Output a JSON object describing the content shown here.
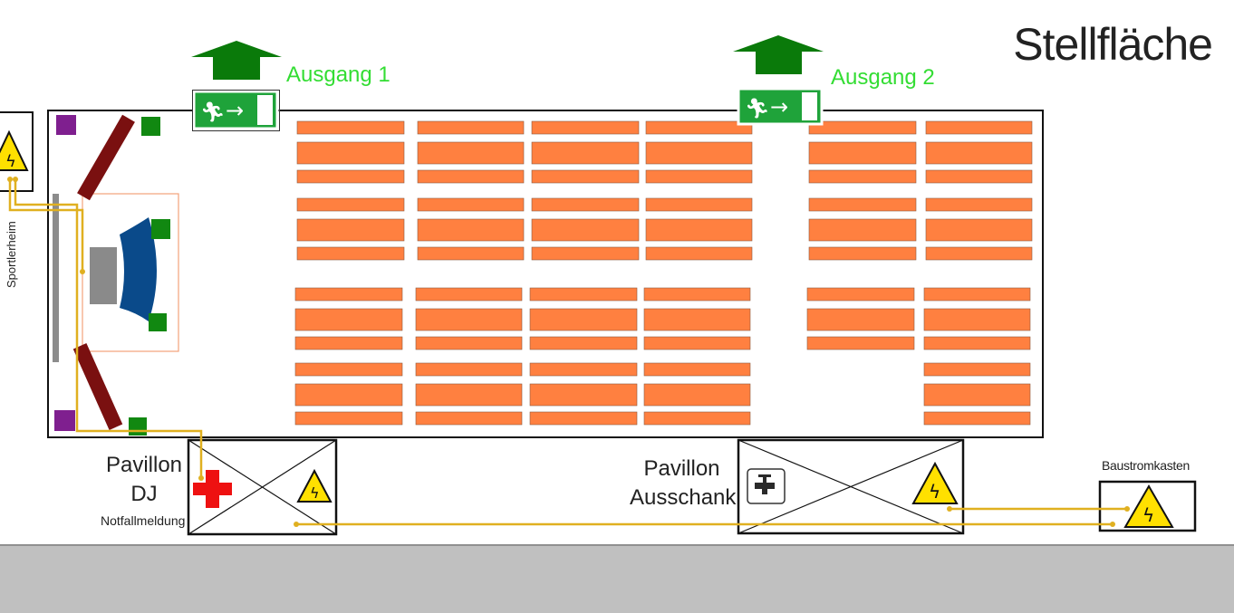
{
  "title": "Stellfläche",
  "exits": [
    {
      "label": "Ausgang 1"
    },
    {
      "label": "Ausgang 2"
    }
  ],
  "pavilions": [
    {
      "name_line1": "Pavillon",
      "name_line2": "DJ",
      "note": "Notfallmeldung"
    },
    {
      "name_line1": "Pavillon",
      "name_line2": "Ausschank"
    }
  ],
  "building_label": "Sportlerheim",
  "power_box_label": "Baustromkasten",
  "colors": {
    "table": "#FF8040",
    "exit_sign": "#1FA33A",
    "arrow": "#0A7A0A",
    "exit_text": "#33DD33",
    "cable": "#E0B020",
    "stage": "#0A4A8A",
    "speaker": "#7A1010",
    "light_green": "#118811",
    "light_purple": "#7F1F8F",
    "first_aid": "#EE1111",
    "ground": "#C0C0C0",
    "warning": "#FFE000"
  }
}
